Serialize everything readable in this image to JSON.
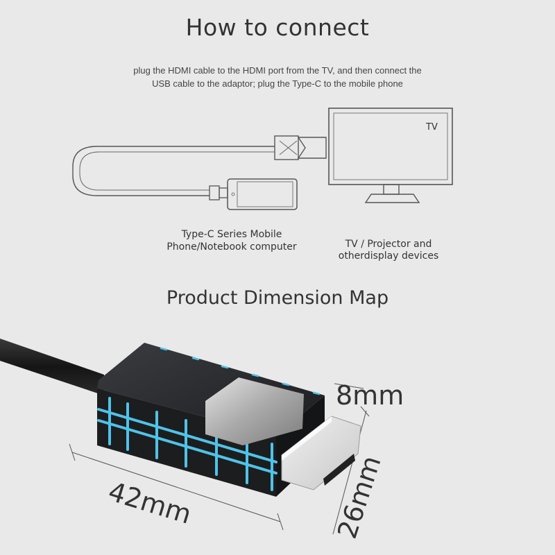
{
  "connect": {
    "title": "How to connect",
    "instruction_line1": "plug the HDMI cable to the HDMI port from the TV, and then connect the",
    "instruction_line2": "USB cable to the adaptor; plug the Type-C to the mobile phone",
    "tv_label": "TV",
    "phone_caption_line1": "Type-C Series Mobile",
    "phone_caption_line2": "Phone/Notebook computer",
    "tv_caption_line1": "TV / Projector and",
    "tv_caption_line2": "otherdisplay devices"
  },
  "dimension": {
    "title": "Product Dimension Map",
    "thickness": "8mm",
    "length": "42mm",
    "width": "26mm"
  },
  "colors": {
    "background": "#e9e9e9",
    "adapter_body": "#1e1f21",
    "accent_glow": "#4fc3e8",
    "connector_metal": "#b9b9b9"
  }
}
